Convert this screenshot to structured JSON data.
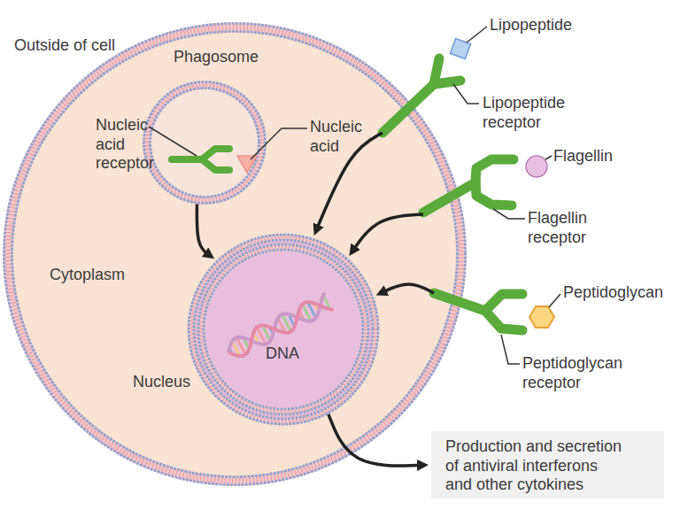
{
  "diagram": {
    "nodes": [
      {
        "text": [
          "Cytoplasm"
        ]
      },
      {
        "text": [
          "Phagosome"
        ],
        "in": 0
      },
      {
        "text": [
          "Nucleic acid receptor"
        ],
        "in": 1
      },
      {
        "text": [
          "Lipopeptide receptor"
        ]
      },
      {
        "text": [
          "Flagellin receptor"
        ]
      },
      {
        "text": [
          "Nucleus",
          "DNA"
        ],
        "in": 0
      },
      {
        "text": [
          "Peptidoglycan receptor"
        ]
      },
      {
        "text": [
          "Production and secretion of antiviral interferons and other cytokines"
        ]
      }
    ],
    "edges": [
      {
        "from": 1,
        "to": 5,
        "arrow": "to"
      },
      {
        "from": 3,
        "to": 5,
        "arrow": "to"
      },
      {
        "from": 4,
        "to": 5,
        "arrow": "to"
      },
      {
        "from": 6,
        "to": 5,
        "arrow": "to"
      },
      {
        "from": 5,
        "to": 7,
        "arrow": "to"
      }
    ],
    "labels": [
      "Outside of cell",
      "Lipopeptide",
      "Nucleic acid",
      "Flagellin",
      "Peptidoglycan"
    ]
  }
}
